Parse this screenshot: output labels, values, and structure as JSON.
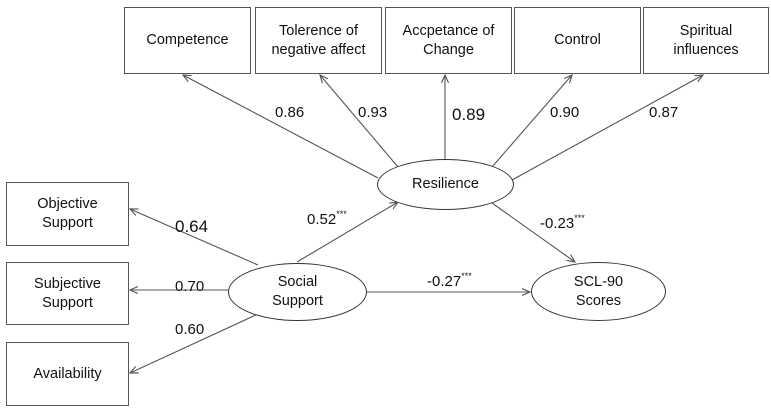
{
  "indicators_top": [
    {
      "id": "competence",
      "label": "Competence"
    },
    {
      "id": "tolerence",
      "label": "Tolerence of\nnegative affect"
    },
    {
      "id": "acceptance",
      "label": "Accpetance of\nChange"
    },
    {
      "id": "control",
      "label": "Control"
    },
    {
      "id": "spiritual",
      "label": "Spiritual\ninfluences"
    }
  ],
  "indicators_left": [
    {
      "id": "objective",
      "label": "Objective\nSupport"
    },
    {
      "id": "subjective",
      "label": "Subjective\nSupport"
    },
    {
      "id": "availability",
      "label": "Availability"
    }
  ],
  "latent": {
    "resilience": "Resilience",
    "social_support": "Social\nSupport",
    "scl90": "SCL-90\nScores"
  },
  "loadings": {
    "competence": "0.86",
    "tolerence": "0.93",
    "acceptance": "0.89",
    "control": "0.90",
    "spiritual": "0.87",
    "objective": "0.64",
    "subjective": "0.70",
    "availability": "0.60"
  },
  "paths": {
    "social_to_resilience": {
      "value": "0.52",
      "stars": "***"
    },
    "resilience_to_scl": {
      "value": "-0.23",
      "stars": "***"
    },
    "social_to_scl": {
      "value": "-0.27",
      "stars": "***"
    }
  },
  "colors": {
    "line": "#555555",
    "text": "#111111"
  }
}
